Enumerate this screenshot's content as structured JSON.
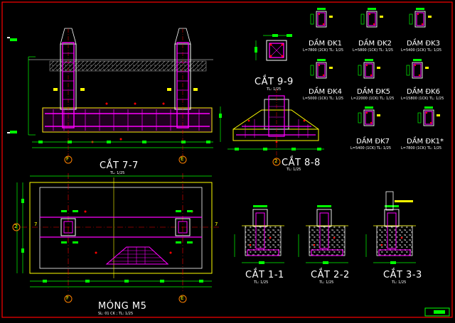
{
  "colors": {
    "background": "#000000",
    "border": "#ff0000",
    "rebar": "#ff00ff",
    "concrete": "#ffffff",
    "dimension": "#00ff00",
    "annotation": "#ffff00",
    "grid_marker": "#ff8000",
    "column_outline": "#0000ff",
    "section_text": "#ffffff"
  },
  "sections": {
    "c77": {
      "title": "CẮT 7-7",
      "scale": "TL: 1/25"
    },
    "c88": {
      "title": "CẮT 8-8",
      "scale": "TL: 1/25"
    },
    "c99": {
      "title": "CẮT 9-9",
      "scale": "TL: 1/25"
    },
    "c11": {
      "title": "CẮT 1-1",
      "scale": "TL: 1/25"
    },
    "c22": {
      "title": "CẮT 2-2",
      "scale": "TL: 1/25"
    },
    "c33": {
      "title": "CẮT 3-3",
      "scale": "TL: 1/25"
    },
    "m5": {
      "title": "MÓNG M5",
      "scale": "SL: 01 CK ; TL: 1/25"
    }
  },
  "beams": [
    {
      "title": "DẦM ĐK1",
      "note": "L=7800 (2CK) TL: 1/25"
    },
    {
      "title": "DẦM ĐK2",
      "note": "L=5800 (1CK) TL: 1/25"
    },
    {
      "title": "DẦM ĐK3",
      "note": "L=5400 (1CK) TL: 1/25"
    },
    {
      "title": "DẦM ĐK4",
      "note": "L=5000 (1CK) TL: 1/25"
    },
    {
      "title": "DẦM ĐK5",
      "note": "L=22000 (1CK) TL: 1/25"
    },
    {
      "title": "DẦM ĐK6",
      "note": "L=15800 (1CK) TL: 1/25"
    },
    {
      "title": "DẦM ĐK7",
      "note": "L=5400 (1CK) TL: 1/25"
    },
    {
      "title": "DẦM ĐK1*",
      "note": "L=7800 (1CK) TL: 1/25"
    }
  ],
  "grid_tags": {
    "f": "F",
    "e": "E",
    "two": "2",
    "seven": "7"
  }
}
